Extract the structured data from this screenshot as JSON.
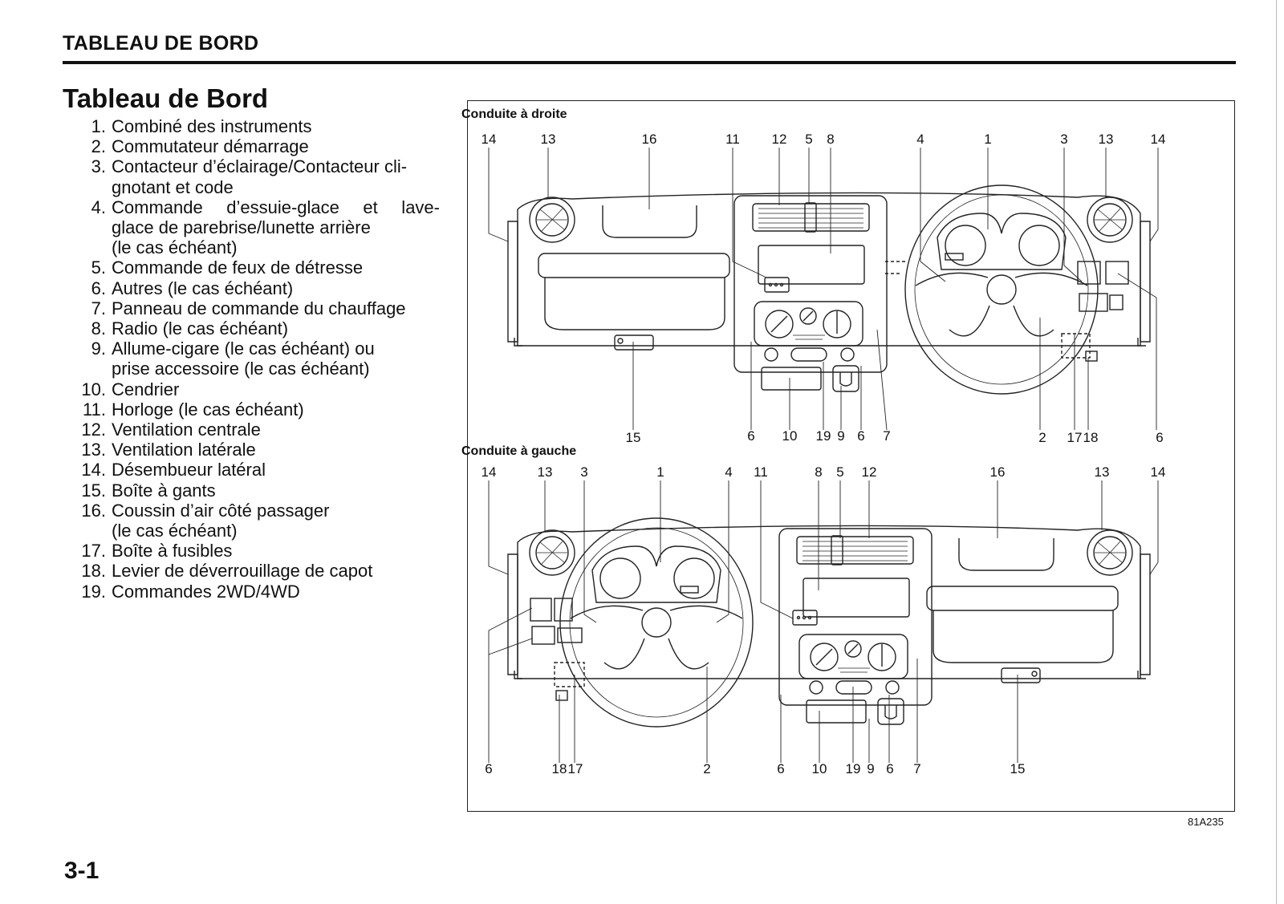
{
  "header": {
    "section": "TABLEAU DE BORD"
  },
  "title": "Tableau de Bord",
  "legend": [
    {
      "num": "1.",
      "lines": [
        "Combiné des instruments"
      ]
    },
    {
      "num": "2.",
      "lines": [
        "Commutateur démarrage"
      ]
    },
    {
      "num": "3.",
      "lines": [
        "Contacteur d’éclairage/Contacteur cli-",
        "gnotant et code"
      ]
    },
    {
      "num": "4.",
      "lines": [
        "Commande d’essuie-glace et lave-",
        "glace de parebrise/lunette arrière",
        "(le cas échéant)"
      ]
    },
    {
      "num": "5.",
      "lines": [
        "Commande de feux de détresse"
      ]
    },
    {
      "num": "6.",
      "lines": [
        "Autres (le cas échéant)"
      ]
    },
    {
      "num": "7.",
      "lines": [
        "Panneau de commande du chauffage"
      ]
    },
    {
      "num": "8.",
      "lines": [
        "Radio (le cas échéant)"
      ]
    },
    {
      "num": "9.",
      "lines": [
        "Allume-cigare (le cas échéant) ou",
        "prise accessoire (le cas échéant)"
      ]
    },
    {
      "num": "10.",
      "lines": [
        "Cendrier"
      ]
    },
    {
      "num": "11.",
      "lines": [
        "Horloge (le cas échéant)"
      ]
    },
    {
      "num": "12.",
      "lines": [
        "Ventilation centrale"
      ]
    },
    {
      "num": "13.",
      "lines": [
        "Ventilation latérale"
      ]
    },
    {
      "num": "14.",
      "lines": [
        "Désembueur latéral"
      ]
    },
    {
      "num": "15.",
      "lines": [
        "Boîte à gants"
      ]
    },
    {
      "num": "16.",
      "lines": [
        "Coussin d’air côté passager",
        "(le cas échéant)"
      ]
    },
    {
      "num": "17.",
      "lines": [
        "Boîte à fusibles"
      ]
    },
    {
      "num": "18.",
      "lines": [
        "Levier de déverrouillage de capot"
      ]
    },
    {
      "num": "19.",
      "lines": [
        "Commandes 2WD/4WD"
      ]
    }
  ],
  "figure": {
    "code": "81A235",
    "rhd": {
      "label": "Conduite à droite",
      "top_callouts": [
        "14",
        "13",
        "16",
        "11",
        "12",
        "5",
        "8",
        "4",
        "1",
        "3",
        "13",
        "14"
      ],
      "bottom_callouts": [
        "15",
        "6",
        "10",
        "19",
        "9",
        "6",
        "7",
        "2",
        "17",
        "18",
        "6"
      ]
    },
    "lhd": {
      "label": "Conduite à gauche",
      "top_callouts": [
        "14",
        "13",
        "3",
        "1",
        "4",
        "11",
        "8",
        "5",
        "12",
        "16",
        "13",
        "14"
      ],
      "bottom_callouts": [
        "6",
        "18",
        "17",
        "2",
        "6",
        "10",
        "19",
        "9",
        "6",
        "7",
        "15"
      ]
    }
  },
  "page_number": "3-1"
}
